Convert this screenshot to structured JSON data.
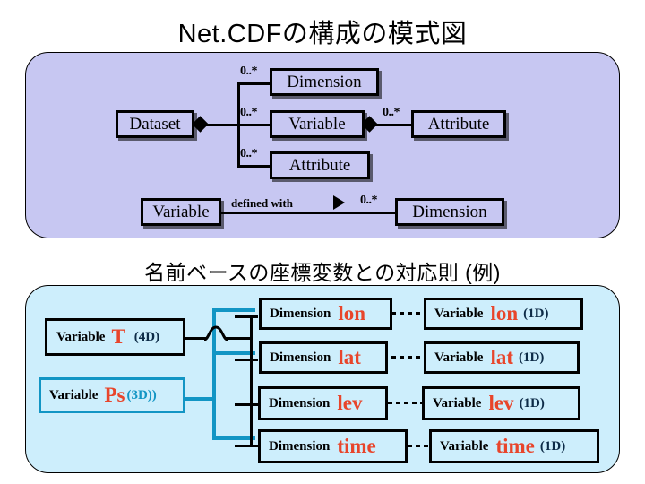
{
  "titles": {
    "top": "Net.CDFの構成の模式図",
    "bottom": "名前ベースの座標変数との対応則 (例)"
  },
  "colors": {
    "uml_panel_bg": "#c7c7f2",
    "map_panel_bg": "#cdeefc",
    "accent_red": "#e8452b",
    "accent_teal": "#1295c4",
    "line_black": "#000000"
  },
  "uml": {
    "multiplicity": "0..*",
    "relation_label": "defined with",
    "boxes": {
      "dataset": "Dataset",
      "dimension": "Dimension",
      "variable": "Variable",
      "attribute_of_dataset": "Attribute",
      "attribute_of_variable": "Attribute",
      "variable_bottom": "Variable",
      "dimension_bottom": "Dimension"
    },
    "mult_labels": {
      "to_dimension": "0..*",
      "to_variable": "0..*",
      "to_attribute": "0..*",
      "variable_to_attribute": "0..*",
      "variable_to_dimension": "0..*"
    }
  },
  "map": {
    "keyword_variable": "Variable",
    "keyword_dimension": "Dimension",
    "sources": [
      {
        "keyword": "Variable",
        "name": "T",
        "rank": "(4D)",
        "border": "black"
      },
      {
        "keyword": "Variable",
        "name": "Ps",
        "rank": "(3D))",
        "border": "teal"
      }
    ],
    "rows": [
      {
        "dim_keyword": "Dimension",
        "dim_name": "lon",
        "var_keyword": "Variable",
        "var_name": "lon",
        "var_rank": "(1D)"
      },
      {
        "dim_keyword": "Dimension",
        "dim_name": "lat",
        "var_keyword": "Variable",
        "var_name": "lat",
        "var_rank": "(1D)"
      },
      {
        "dim_keyword": "Dimension",
        "dim_name": "lev",
        "var_keyword": "Variable",
        "var_name": "lev",
        "var_rank": "(1D)"
      },
      {
        "dim_keyword": "Dimension",
        "dim_name": "time",
        "var_keyword": "Variable",
        "var_name": "time",
        "var_rank": "(1D)"
      }
    ]
  }
}
